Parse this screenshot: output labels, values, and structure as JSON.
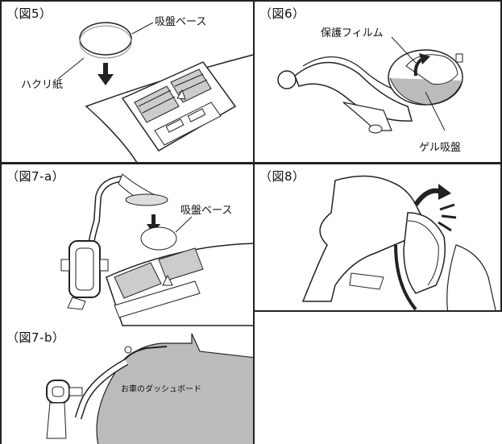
{
  "figures": {
    "fig5": {
      "label": "（図5）",
      "callouts": {
        "base": "吸盤ベース",
        "peel": "ハクリ紙"
      }
    },
    "fig6": {
      "label": "（図6）",
      "callouts": {
        "film": "保護フィルム",
        "gel": "ゲル吸盤"
      }
    },
    "fig7a": {
      "label": "（図7-a）",
      "callouts": {
        "base": "吸盤ベース"
      }
    },
    "fig8": {
      "label": "（図8）"
    },
    "fig7b": {
      "label": "（図7-b）",
      "callouts": {
        "dashboard": "お車のダッシュボード"
      }
    }
  }
}
